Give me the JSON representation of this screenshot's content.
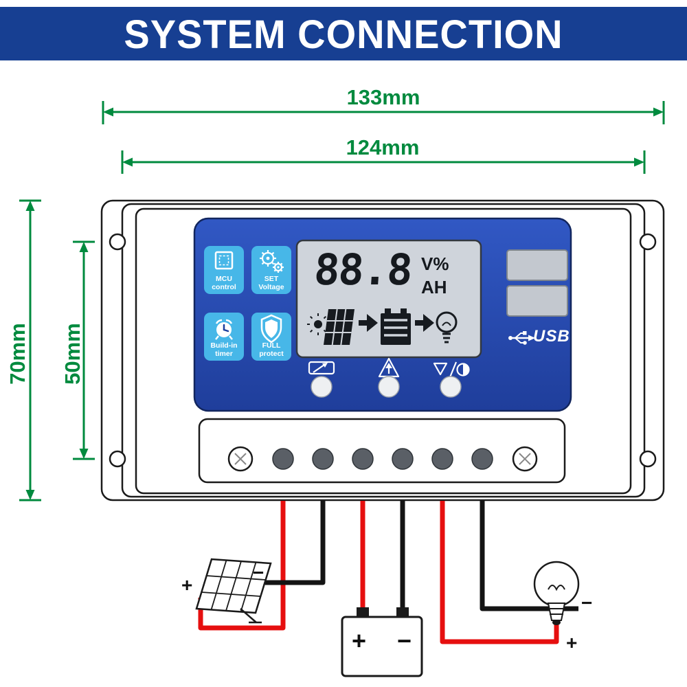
{
  "header": {
    "title": "SYSTEM CONNECTION"
  },
  "colors": {
    "banner_blue": "#173f92",
    "panel_blue": "#2a4eb2",
    "tile_blue": "#47b7e8",
    "dimension_green": "#008a3e",
    "wire_red": "#e60f0f",
    "wire_black": "#141414",
    "lcd_gray": "#cfd4db"
  },
  "dimensions": {
    "outer_width": "133mm",
    "inner_width": "124mm",
    "outer_height": "70mm",
    "inner_height": "50mm"
  },
  "controller": {
    "feature_tiles": [
      {
        "line1": "MCU",
        "line2": "control"
      },
      {
        "line1": "SET",
        "line2": "Voltage"
      },
      {
        "line1": "Build-in",
        "line2": "timer"
      },
      {
        "line1": "FULL",
        "line2": "protect"
      }
    ],
    "lcd": {
      "value": "88.8",
      "unit_top": "V%",
      "unit_bottom": "AH"
    },
    "usb_label": "USB"
  },
  "wiring_labels": {
    "solar_plus": "+",
    "solar_minus": "−",
    "battery_plus": "+",
    "battery_minus": "−",
    "bulb_minus": "−",
    "bulb_plus": "+"
  }
}
